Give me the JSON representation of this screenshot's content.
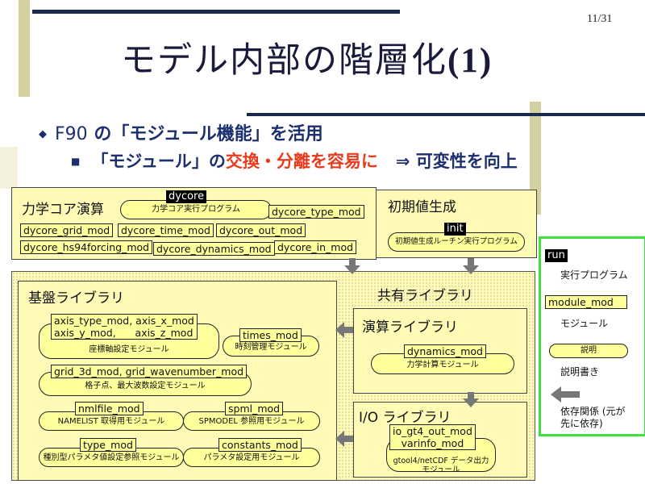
{
  "page_number": "11/31",
  "title": {
    "main": "モデル内部の階層化",
    "suffix": "(1)"
  },
  "bullets": {
    "b1_prefix": "F90",
    "b1_rest": " の「モジュール機能」を活用",
    "b2_black1": "「モジュール」の",
    "b2_red": "交換・分離を容易に",
    "b2_black2": "⇒ 可変性を向上"
  },
  "dycore_panel": {
    "title": "力学コア演算",
    "label": "dycore",
    "desc": "力学コア実行プログラム",
    "modules": [
      "dycore_type_mod",
      "dycore_grid_mod",
      "dycore_time_mod",
      "dycore_out_mod",
      "dycore_hs94forcing_mod",
      "dycore_dynamics_mod",
      "dycore_in_mod"
    ]
  },
  "init_panel": {
    "title": "初期値生成",
    "label": "init",
    "desc": "初期値生成ルーチン実行プログラム"
  },
  "base_lib": {
    "title": "基盤ライブラリ",
    "axis": {
      "line1": "axis_type_mod, axis_x_mod",
      "line2": "axis_y_mod,      axis_z_mod",
      "desc": "座標軸設定モジュール"
    },
    "times": {
      "label": "times_mod",
      "desc": "時刻管理モジュール"
    },
    "grid": {
      "label": "grid_3d_mod, grid_wavenumber_mod",
      "desc": "格子点、最大波数設定モジュール"
    },
    "nml": {
      "label": "nmlfile_mod",
      "desc": "NAMELIST 取得用モジュール"
    },
    "spml": {
      "label": "spml_mod",
      "desc": "SPMODEL 参照用モジュール"
    },
    "type": {
      "label": "type_mod",
      "desc": "種別型パラメタ値設定参照モジュール"
    },
    "constants": {
      "label": "constants_mod",
      "desc": "パラメタ設定用モジュール"
    }
  },
  "shared_lib": {
    "title": "共有ライブラリ"
  },
  "calc_lib": {
    "title": "演算ライブラリ",
    "label": "dynamics_mod",
    "desc": "力学計算モジュール"
  },
  "io_lib": {
    "title": "I/O ライブラリ",
    "label1": "io_gt4_out_mod",
    "label2": "varinfo_mod",
    "desc1": "gtool4/netCDF データ出力",
    "desc2": "モジュール"
  },
  "legend": {
    "run_label": "run",
    "run_desc": "実行プログラム",
    "module_label": "module_mod",
    "module_desc": "モジュール",
    "pill_label": "説明",
    "pill_desc": "説明書き",
    "arrow_desc1": "依存関係 (元が",
    "arrow_desc2": "先に依存)"
  },
  "colors": {
    "panel": "#fffbb7",
    "module": "#ffff9c",
    "accent_red": "#e83a1c",
    "text_blue": "#1c2f6e",
    "legend_border": "#3fe03f",
    "arrow": "#777777"
  }
}
